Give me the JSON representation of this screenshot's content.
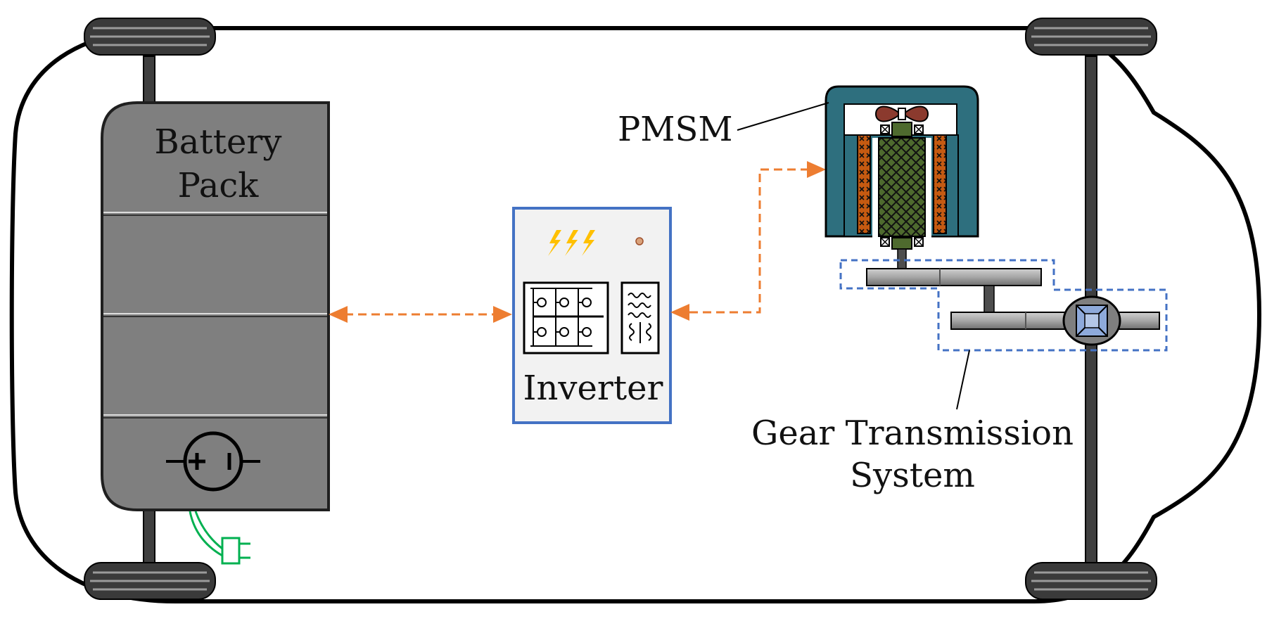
{
  "labels": {
    "battery_line1": "Battery",
    "battery_line2": "Pack",
    "inverter": "Inverter",
    "motor": "PMSM",
    "gear_line1": "Gear Transmission",
    "gear_line2": "System"
  },
  "icons": {
    "battery_symbol": "battery-terminal-icon",
    "charging_plug": "plug-icon",
    "lightning": "lightning-bolt-icon",
    "indicator": "status-led-icon",
    "switch_bridge": "igbt-bridge-icon",
    "transformer": "transformer-icon",
    "cooling_fan": "fan-icon",
    "differential": "differential-icon"
  },
  "colors": {
    "car_outline": "#000000",
    "wheel": "#3a3a3a",
    "axle": "#3f3f3f",
    "battery_fill": "#7f7f7f",
    "battery_border": "#1f1f1f",
    "inverter_border": "#4472c4",
    "inverter_fill": "#f2f2f2",
    "power_flow_arrow": "#ed7d31",
    "lightning": "#ffc000",
    "motor_housing": "#2e6f7e",
    "motor_winding": "#c55a11",
    "motor_rotor": "#4e6a2e",
    "fan": "#8b3a2e",
    "gear": "#a6a6a6",
    "gear_box_outline": "#4472c4",
    "differential_fill": "#8eaadb",
    "charger_cable": "#00b050"
  }
}
